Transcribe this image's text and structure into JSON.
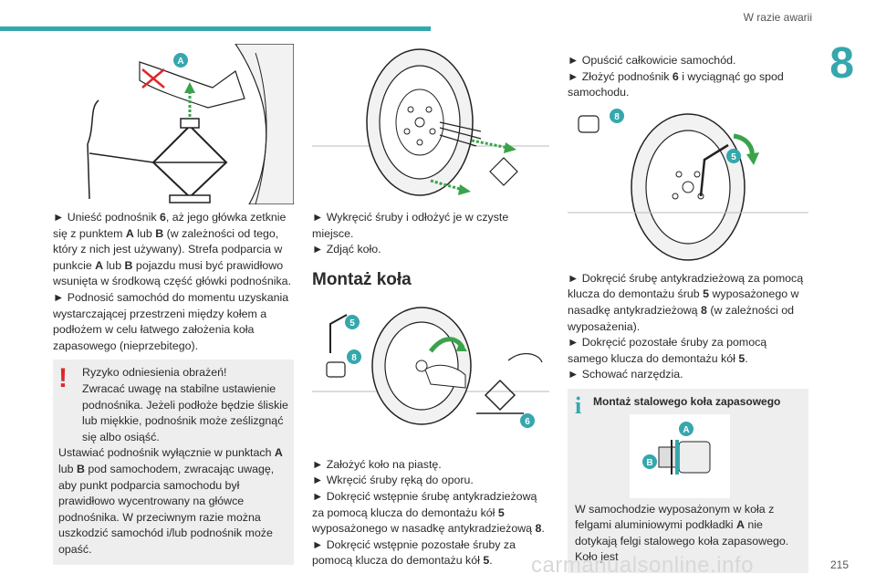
{
  "header": {
    "title": "W razie awarii",
    "chapter": "8"
  },
  "footer": {
    "page_number": "215",
    "watermark": "carmanualsonline.info"
  },
  "column1": {
    "figure_labels": {
      "a": "A"
    },
    "p1_prefix": "► Unieść podnośnik ",
    "p1_num": "6",
    "p1_mid1": ", aż jego główka zetknie się z punktem ",
    "p1_a": "A",
    "p1_mid2": " lub ",
    "p1_b": "B",
    "p1_mid3": " (w zależności od tego, który z nich jest używany). Strefa podparcia w punkcie ",
    "p1_a2": "A",
    "p1_mid4": " lub ",
    "p1_b2": "B",
    "p1_end": " pojazdu musi być prawidłowo wsunięta w środkową część główki podnośnika.",
    "p2": "► Podnosić samochód do momentu uzyskania wystarczającej przestrzeni między kołem a podłożem w celu łatwego założenia koła zapasowego (nieprzebitego).",
    "warning": {
      "icon": "!",
      "line1": "Ryzyko odniesienia obrażeń!",
      "line2": "Zwracać uwagę na stabilne ustawienie podnośnika. Jeżeli podłoże będzie śliskie lub miękkie, podnośnik może ześlizgnąć się albo osiąść.",
      "line3_pre": "Ustawiać podnośnik wyłącznie w punktach ",
      "line3_a": "A",
      "line3_mid": " lub ",
      "line3_b": "B",
      "line3_end": " pod samochodem, zwracając uwagę, aby punkt podparcia samochodu był prawidłowo wycentrowany na główce podnośnika. W przeciwnym razie można uszkodzić samochód i/lub podnośnik może opaść."
    }
  },
  "column2": {
    "p1": "► Wykręcić śruby i odłożyć je w czyste miejsce.",
    "p2": "► Zdjąć koło.",
    "section_title": "Montaż koła",
    "figure_labels": {
      "five": "5",
      "eight": "8",
      "six": "6"
    },
    "p3": "► Założyć koło na piastę.",
    "p4": "► Wkręcić śruby ręką do oporu.",
    "p5_pre": "► Dokręcić wstępnie śrubę antykradzieżową za pomocą klucza do demontażu kół ",
    "p5_num1": "5",
    "p5_mid": " wyposażonego w nasadkę antykradzieżową ",
    "p5_num2": "8",
    "p5_end": ".",
    "p6_pre": "► Dokręcić wstępnie pozostałe śruby za pomocą klucza do demontażu kół ",
    "p6_num": "5",
    "p6_end": "."
  },
  "column3": {
    "p1": "► Opuścić całkowicie samochód.",
    "p2_pre": "► Złożyć podnośnik ",
    "p2_num": "6",
    "p2_end": " i wyciągnąć go spod samochodu.",
    "figure_labels": {
      "eight": "8",
      "five": "5"
    },
    "p3_pre": "► Dokręcić śrubę antykradzieżową za pomocą klucza do demontażu śrub ",
    "p3_num1": "5",
    "p3_mid": " wyposażonego w nasadkę antykradzieżową ",
    "p3_num2": "8",
    "p3_end": " (w zależności od wyposażenia).",
    "p4_pre": "► Dokręcić pozostałe śruby za pomocą samego klucza do demontażu kół ",
    "p4_num": "5",
    "p4_end": ".",
    "p5": "► Schować narzędzia.",
    "info": {
      "icon": "i",
      "title": "Montaż stalowego koła zapasowego",
      "fig_a": "A",
      "fig_b": "B",
      "text_pre": "W samochodzie wyposażonym w koła z felgami aluminiowymi podkładki ",
      "text_a": "A",
      "text_end": " nie dotykają felgi stalowego koła zapasowego. Koło jest"
    }
  },
  "colors": {
    "accent": "#35a7ad",
    "warning": "#e0262b",
    "box_bg": "#eeeeee"
  }
}
